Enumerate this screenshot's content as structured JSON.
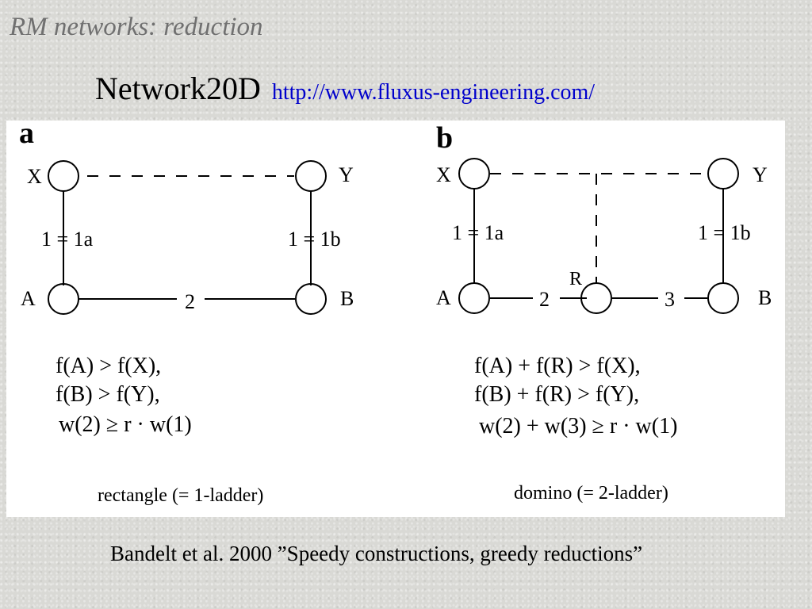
{
  "slide": {
    "corner_title": "RM networks: reduction",
    "heading": "Network20D",
    "url": "http://www.fluxus-engineering.com/",
    "caption": "Bandelt et al. 2000 ”Speedy constructions, greedy reductions”"
  },
  "panel_a": {
    "letter": "a",
    "nodes": {
      "x": "X",
      "y": "Y",
      "a": "A",
      "b": "B"
    },
    "edge_left": "1 = 1a",
    "edge_right": "1 = 1b",
    "edge_bottom": "2",
    "formulas": {
      "line1": "f(A) > f(X),",
      "line2": "f(B) > f(Y),",
      "line3": "w(2) ≥ r · w(1)"
    },
    "label": "rectangle  (= 1-ladder)"
  },
  "panel_b": {
    "letter": "b",
    "nodes": {
      "x": "X",
      "y": "Y",
      "a": "A",
      "b": "B",
      "r": "R"
    },
    "edge_left": "1 = 1a",
    "edge_right": "1 = 1b",
    "edge_bottom_left": "2",
    "edge_bottom_right": "3",
    "formulas": {
      "line1": "f(A) + f(R) > f(X),",
      "line2": "f(B) + f(R) > f(Y),",
      "line3": "w(2) + w(3) ≥ r · w(1)"
    },
    "label": "domino  (= 2-ladder)"
  }
}
